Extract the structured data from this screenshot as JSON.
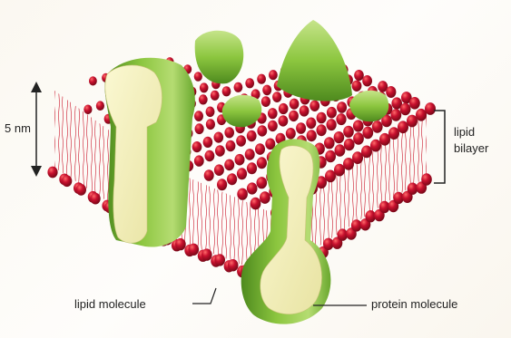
{
  "labels": {
    "thickness": "5 nm",
    "bilayer_line1": "lipid",
    "bilayer_line2": "bilayer",
    "lipid_molecule": "lipid molecule",
    "protein_molecule": "protein molecule"
  },
  "colors": {
    "lipid_head": "#c8102e",
    "lipid_head_dark": "#8e0a1e",
    "lipid_tail": "#d23a4a",
    "protein_green": "#8cc63f",
    "protein_green_dark": "#4e8a1e",
    "protein_cut_face": "#f2efb9",
    "annotation": "#222222",
    "background": "#fbf8f1"
  },
  "icons": {
    "thickness_arrow": "double-headed-vertical-arrow",
    "bilayer_bracket": "right-bracket"
  }
}
